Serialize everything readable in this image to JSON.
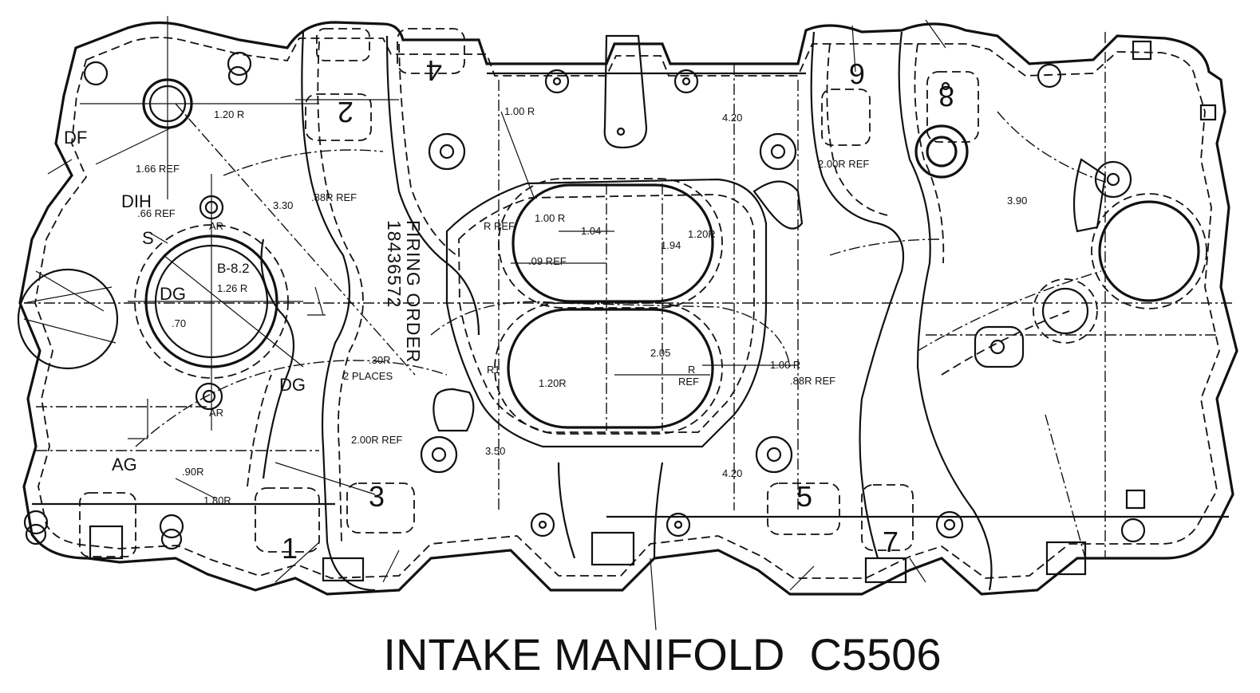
{
  "caption": "INTAKE MANIFOLD  C5506",
  "firing_order": {
    "label": "FIRING ORDER",
    "value": "18436572"
  },
  "cylinder_labels": [
    "1",
    "2",
    "3",
    "4",
    "5",
    "6",
    "7",
    "8"
  ],
  "dimensions": {
    "d_1_20r_top": "1.20 R",
    "d_1_00r_top": "1.00 R",
    "d_4_20_top": "4.20",
    "d_2_00r_ref_top": "2.00R REF",
    "d_3_90": "3.90",
    "d_1_66_ref": "1.66 REF",
    "d_66_ref": ".66 REF",
    "d_3_30": "3.30",
    "d_88r_ref_left": ".88R REF",
    "d_r_ref": "R REF",
    "d_1_00r_mid": "1.00 R",
    "d_1_04": "1.04",
    "d_1_94": "1.94",
    "d_1_20r_right": "1.20R",
    "d_09_ref": ".09 REF",
    "d_b82": "B-8.2",
    "d_1_26r": "1.26 R",
    "d_70": ".70",
    "d_30r": ".30R",
    "d_2_places": "2 PLACES",
    "d_r1": "R1",
    "d_1_20r_bottom": "1.20R",
    "d_2_05": "2.05",
    "d_r_ref_b": "R",
    "d_ref_b": "REF",
    "d_1_00r_right": "1.00 R",
    "d_88r_ref_right": ".88R REF",
    "d_2_00r_ref_bottom": "2.00R REF",
    "d_3_50": "3.50",
    "d_4_20_bottom": "4.20",
    "d_90r": ".90R",
    "d_1_80r": "1.80R"
  },
  "markers": {
    "df": "DF",
    "dh": "DIH",
    "s": "S",
    "dg_center": "DG",
    "dg_lower": "DG",
    "ag": "AG",
    "ar_top": "AR",
    "ar_bottom": "AR"
  }
}
